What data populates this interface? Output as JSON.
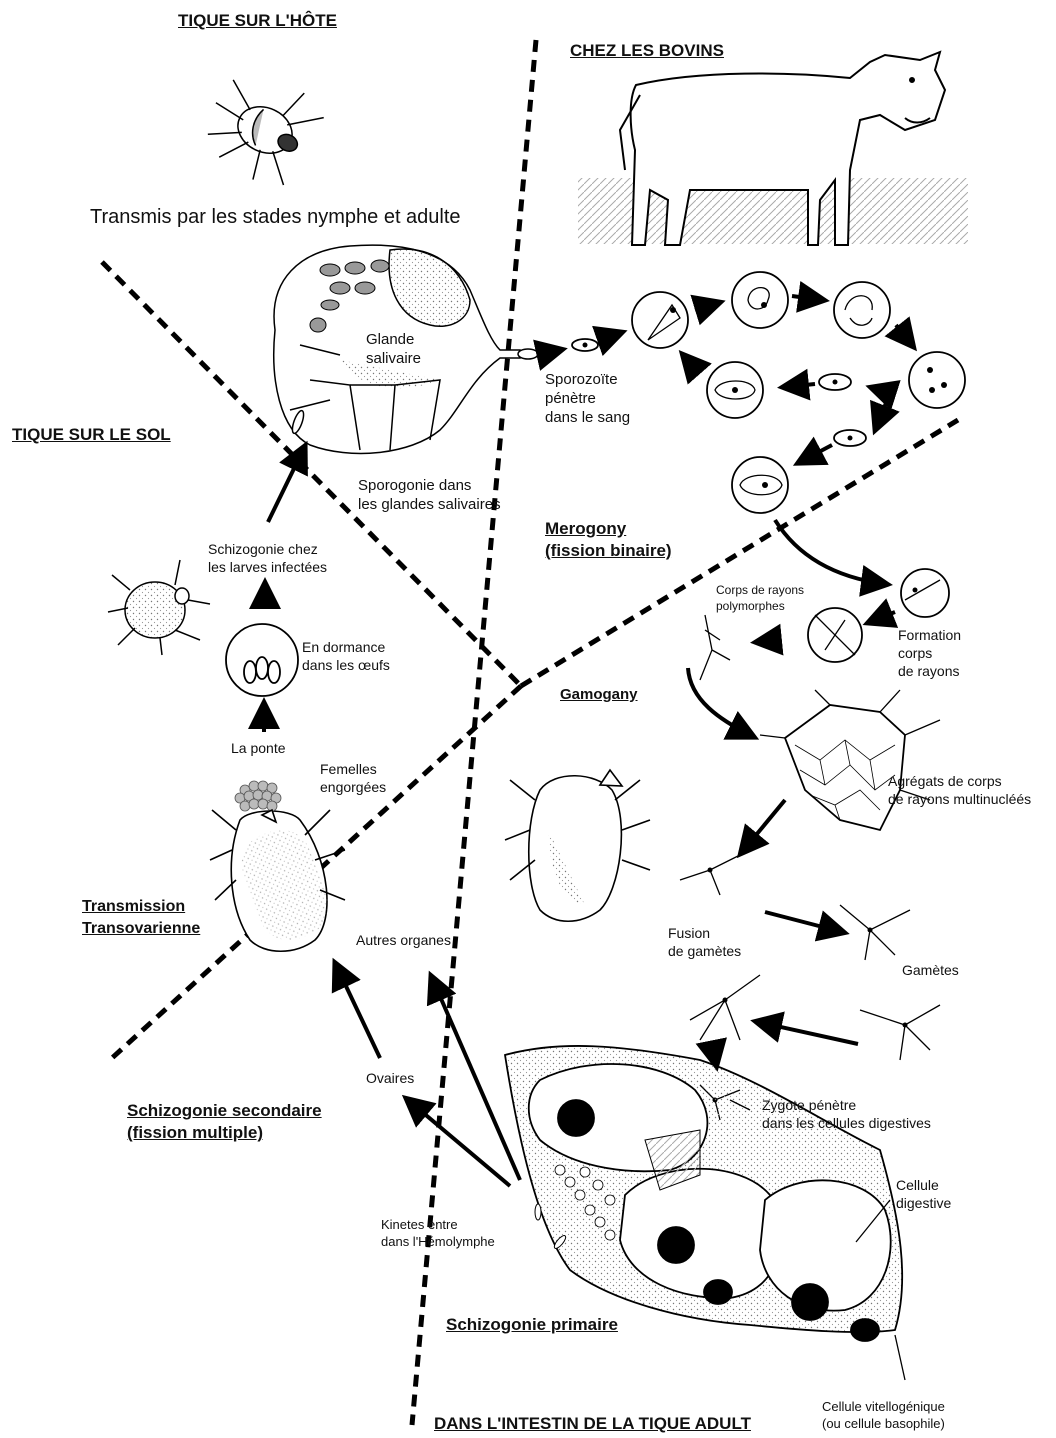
{
  "headings": {
    "tick_on_host": "TIQUE SUR L'HÔTE",
    "in_cattle": "CHEZ LES BOVINS",
    "tick_on_ground": "TIQUE SUR LE SOL",
    "merogony": "Merogony\n(fission binaire)",
    "gamogany": "Gamogany",
    "transovarian": "Transmission\nTransovarienne",
    "secondary_schizogony": "Schizogonie secondaire\n(fission multiple)",
    "primary_schizogony": "Schizogonie primaire",
    "in_gut": "DANS L'INTESTIN DE LA TIQUE ADULT"
  },
  "labels": {
    "transmitted": "Transmis par les stades nymphe et adulte",
    "salivary_gland": "Glande\nsalivaire",
    "sporozoite": "Sporozoïte\npénètre\ndans le sang",
    "sporogony": "Sporogonie dans\nles glandes salivaires",
    "schizogony_larvae": "Schizogonie chez\nles larves infectées",
    "dormant": "En dormance\ndans les œufs",
    "laying": "La ponte",
    "engorged": "Femelles\nengorgées",
    "ray_polymorph": "Corps de rayons\npolymorphes",
    "ray_formation": "Formation\ncorps\nde rayons",
    "aggregates": "Agrégats de corps\nde rayons multinucléés",
    "gamete_fusion": "Fusion\nde gamètes",
    "gametes": "Gamètes",
    "other_organs": "Autres organes",
    "ovaries": "Ovaires",
    "zygote": "Zygote pénètre\ndans les cellules digestives",
    "digestive_cell": "Cellule\ndigestive",
    "kinetes": "Kinetes entre\ndans l'Hémolymphe",
    "vitellogenic": "Cellule vitellogénique\n(ou cellule basophile)"
  },
  "colors": {
    "ink": "#000000",
    "stipple": "#888888",
    "ground": "#b8b8b8"
  }
}
